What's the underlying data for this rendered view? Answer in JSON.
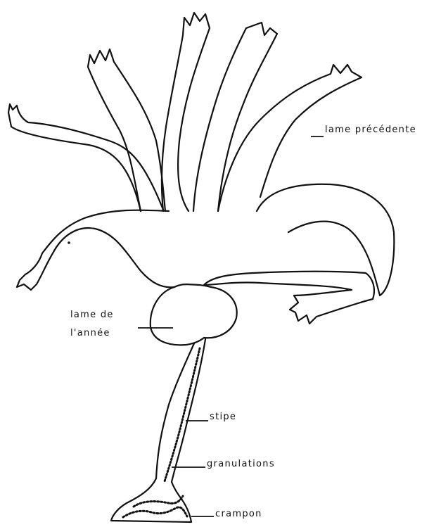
{
  "labels": {
    "lame_precedente": "lame précédente",
    "lame_de": "lame de",
    "l_annee": "l'année",
    "stipe": "stipe",
    "granulations": "granulations",
    "crampon": "crampon"
  },
  "colors": {
    "ink": "#111111",
    "background": "#ffffff"
  }
}
